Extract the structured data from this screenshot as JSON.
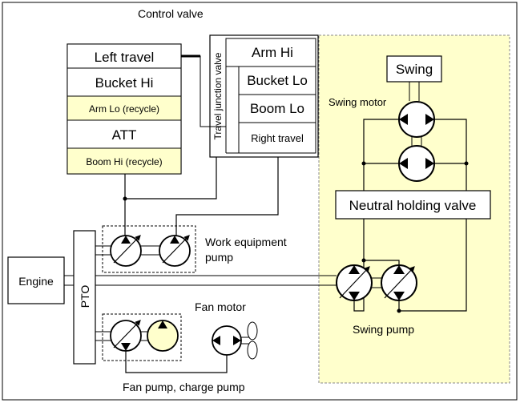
{
  "labels": {
    "control_valve": "Control valve",
    "travel_junction_valve": "Travel junction valve",
    "swing_motor": "Swing motor",
    "neutral_holding_valve": "Neutral holding valve",
    "swing": "Swing",
    "engine": "Engine",
    "pto": "PTO",
    "work_equipment_pump_line1": "Work equipment",
    "work_equipment_pump_line2": "pump",
    "fan_motor": "Fan motor",
    "swing_pump": "Swing pump",
    "fan_charge_pump": "Fan pump, charge pump"
  },
  "left_valve_spools": [
    {
      "label": "Left travel",
      "highlight": false
    },
    {
      "label": "Bucket Hi",
      "highlight": false
    },
    {
      "label": "Arm Lo (recycle)",
      "highlight": true
    },
    {
      "label": "ATT",
      "highlight": false
    },
    {
      "label": "Boom Hi (recycle)",
      "highlight": true
    }
  ],
  "right_valve_spools": [
    {
      "label": "Arm Hi"
    },
    {
      "label": "Bucket Lo"
    },
    {
      "label": "Boom Lo"
    },
    {
      "label": "Right travel"
    }
  ],
  "colors": {
    "highlight": "#ffffcc",
    "swing_region": "#ffffcc",
    "charge_pump_fill": "#ffffcc",
    "line": "#000000"
  }
}
